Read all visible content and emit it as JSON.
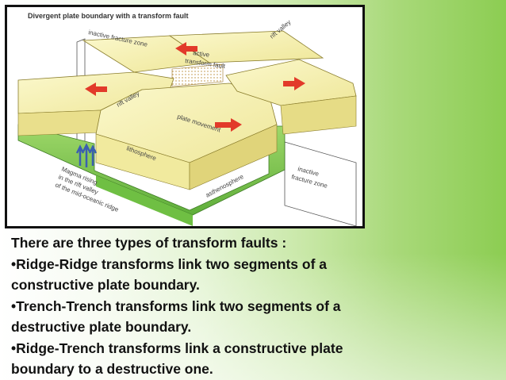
{
  "diagram": {
    "title": "Divergent plate boundary with a transform fault",
    "labels": {
      "inactive_fracture_zone_top": "inactive fracture zone",
      "rift_valley_top": "rift valley",
      "active_transform_fault_1": "active",
      "active_transform_fault_2": "transform fault",
      "rift_valley_left": "rift valley",
      "plate_movement": "plate movement",
      "lithosphere": "lithosphere",
      "asthenosphere": "asthenosphere",
      "inactive_fracture_zone_bottom_1": "inactive",
      "inactive_fracture_zone_bottom_2": "fracture zone",
      "magma_1": "Magma rising",
      "magma_2": "in the rift valley",
      "magma_3": "of the mid-oceanic ridge"
    },
    "colors": {
      "plate_top": "#f7f3b8",
      "plate_side": "#e6dc86",
      "mantle": "#8fcf5a",
      "arrow_red": "#e23a2a",
      "magma_blue": "#3b5fb0"
    }
  },
  "text": {
    "line1": "There are three types of transform faults :",
    "line2": "•Ridge-Ridge transforms link two segments of a",
    "line3": "constructive plate boundary.",
    "line4": "•Trench-Trench transforms link two segments of a",
    "line5": "destructive plate boundary.",
    "line6": "•Ridge-Trench transforms link a constructive plate",
    "line7": "boundary to a destructive one."
  }
}
